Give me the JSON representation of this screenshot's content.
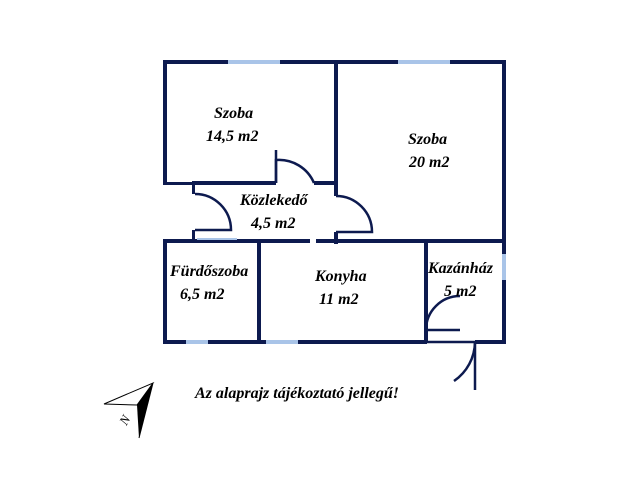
{
  "colors": {
    "wall": "#0d1a4f",
    "window": "#a9c4e8",
    "door": "#0d1a4f",
    "text": "#000000",
    "background": "#ffffff"
  },
  "rooms": [
    {
      "name": "Szoba",
      "area": "14,5 m2"
    },
    {
      "name": "Szoba",
      "area": "20 m2"
    },
    {
      "name": "Közlekedő",
      "area": "4,5 m2"
    },
    {
      "name": "Fürdőszoba",
      "area": "6,5 m2"
    },
    {
      "name": "Konyha",
      "area": "11 m2"
    },
    {
      "name": "Kazánház",
      "area": "5 m2"
    }
  ],
  "note": "Az alaprajz tájékoztató jellegű!",
  "compass": {
    "label": "N",
    "icon": "north-arrow-icon"
  }
}
